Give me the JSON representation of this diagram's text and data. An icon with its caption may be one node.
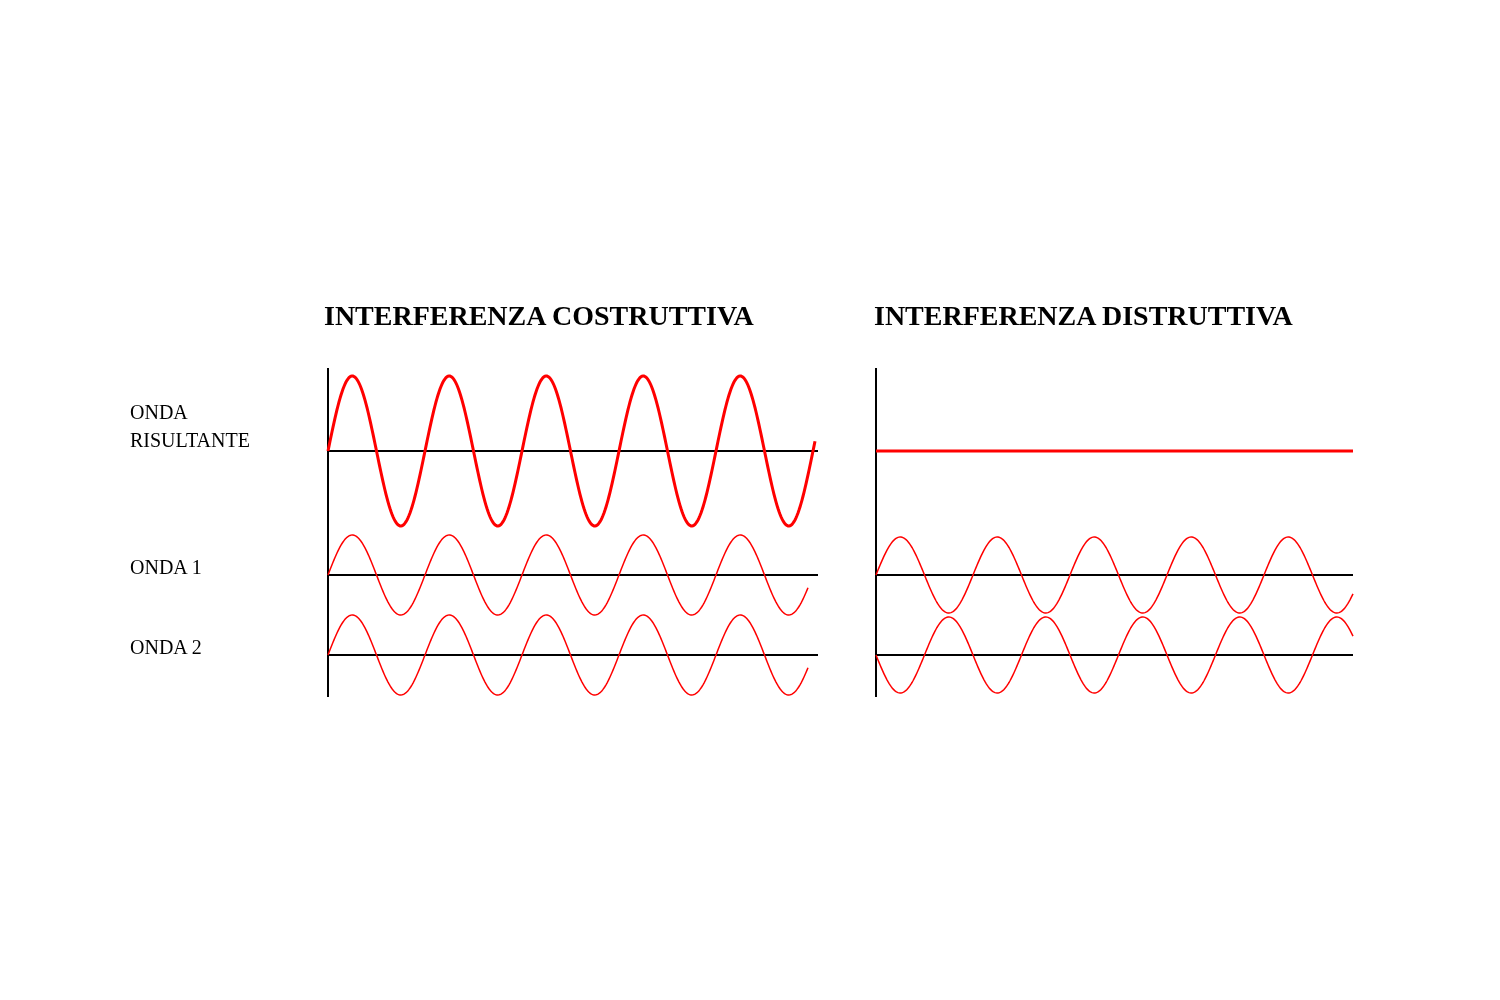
{
  "diagram": {
    "labels": [
      "INTERFERENZA COSTRUTTIVA",
      "INTERFERENZA DISTRUTTIVA",
      "ONDA RISULTANTE",
      "ONDA 1",
      "ONDA 2"
    ]
  }
}
